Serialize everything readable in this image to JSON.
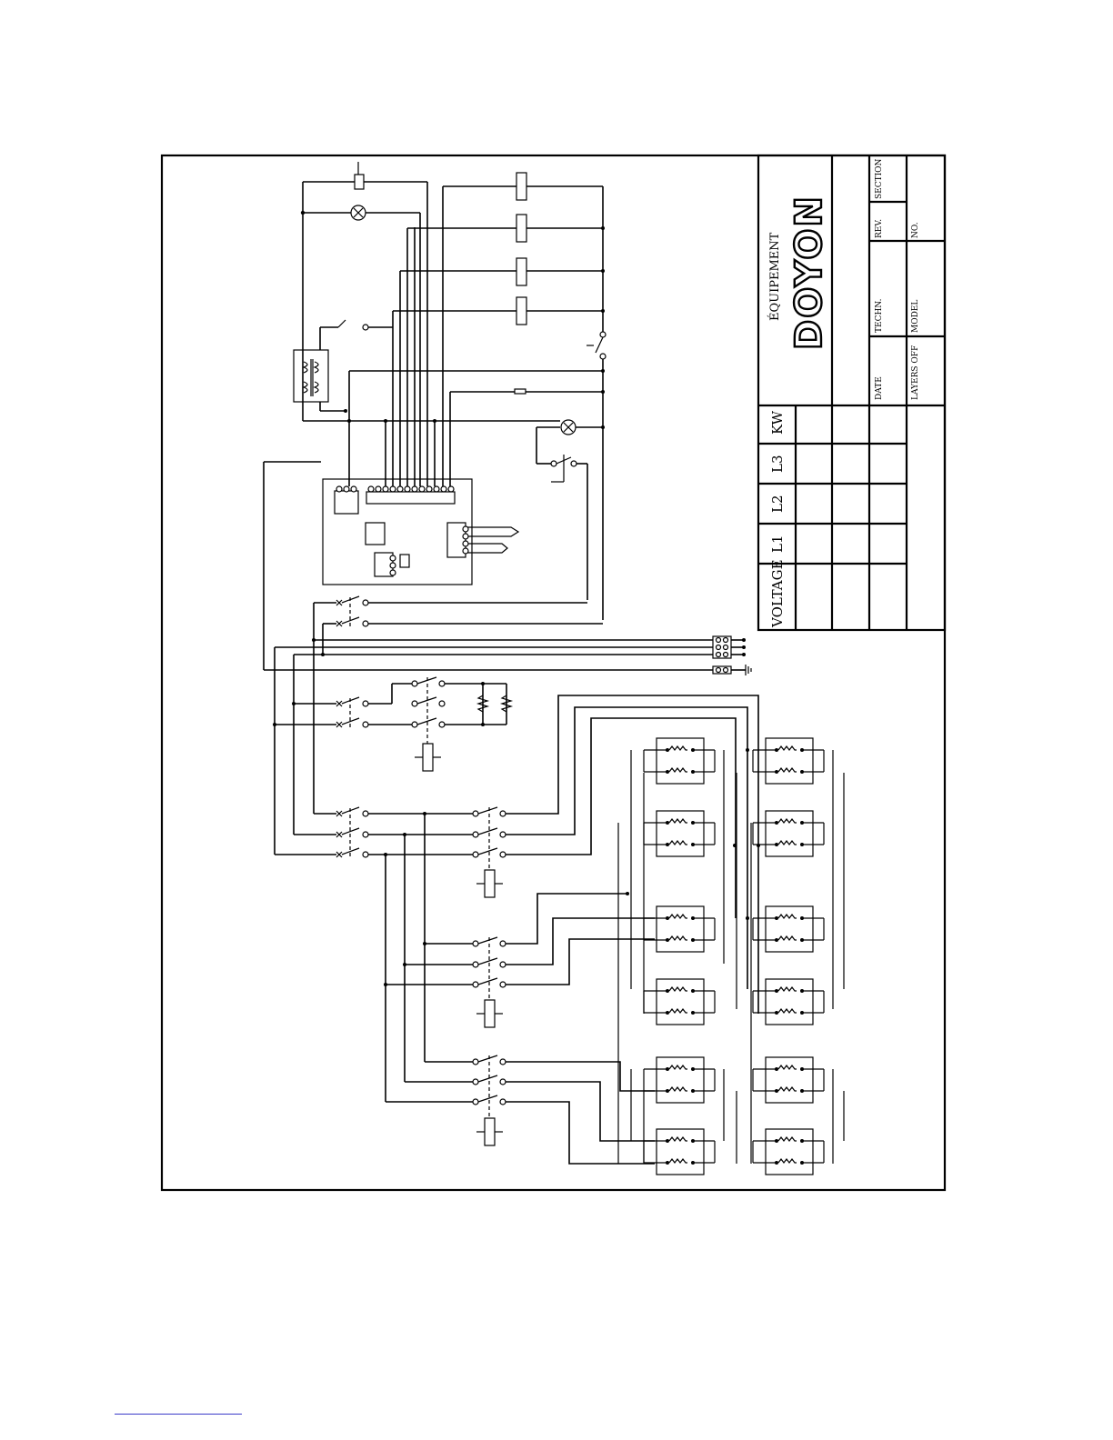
{
  "title_block": {
    "brand_small": "ÉQUIPEMENT",
    "brand_large": "DOYON",
    "date_label": "DATE",
    "techn_label": "TECHN.",
    "rev_label": "REV.",
    "section_label": "SECTION",
    "layers_label": "LAYERS OFF",
    "model_label": "MODEL",
    "no_label": "NO."
  },
  "spec_table": {
    "headers": [
      "VOLTAGE",
      "L1",
      "L2",
      "L3",
      "KW"
    ]
  }
}
